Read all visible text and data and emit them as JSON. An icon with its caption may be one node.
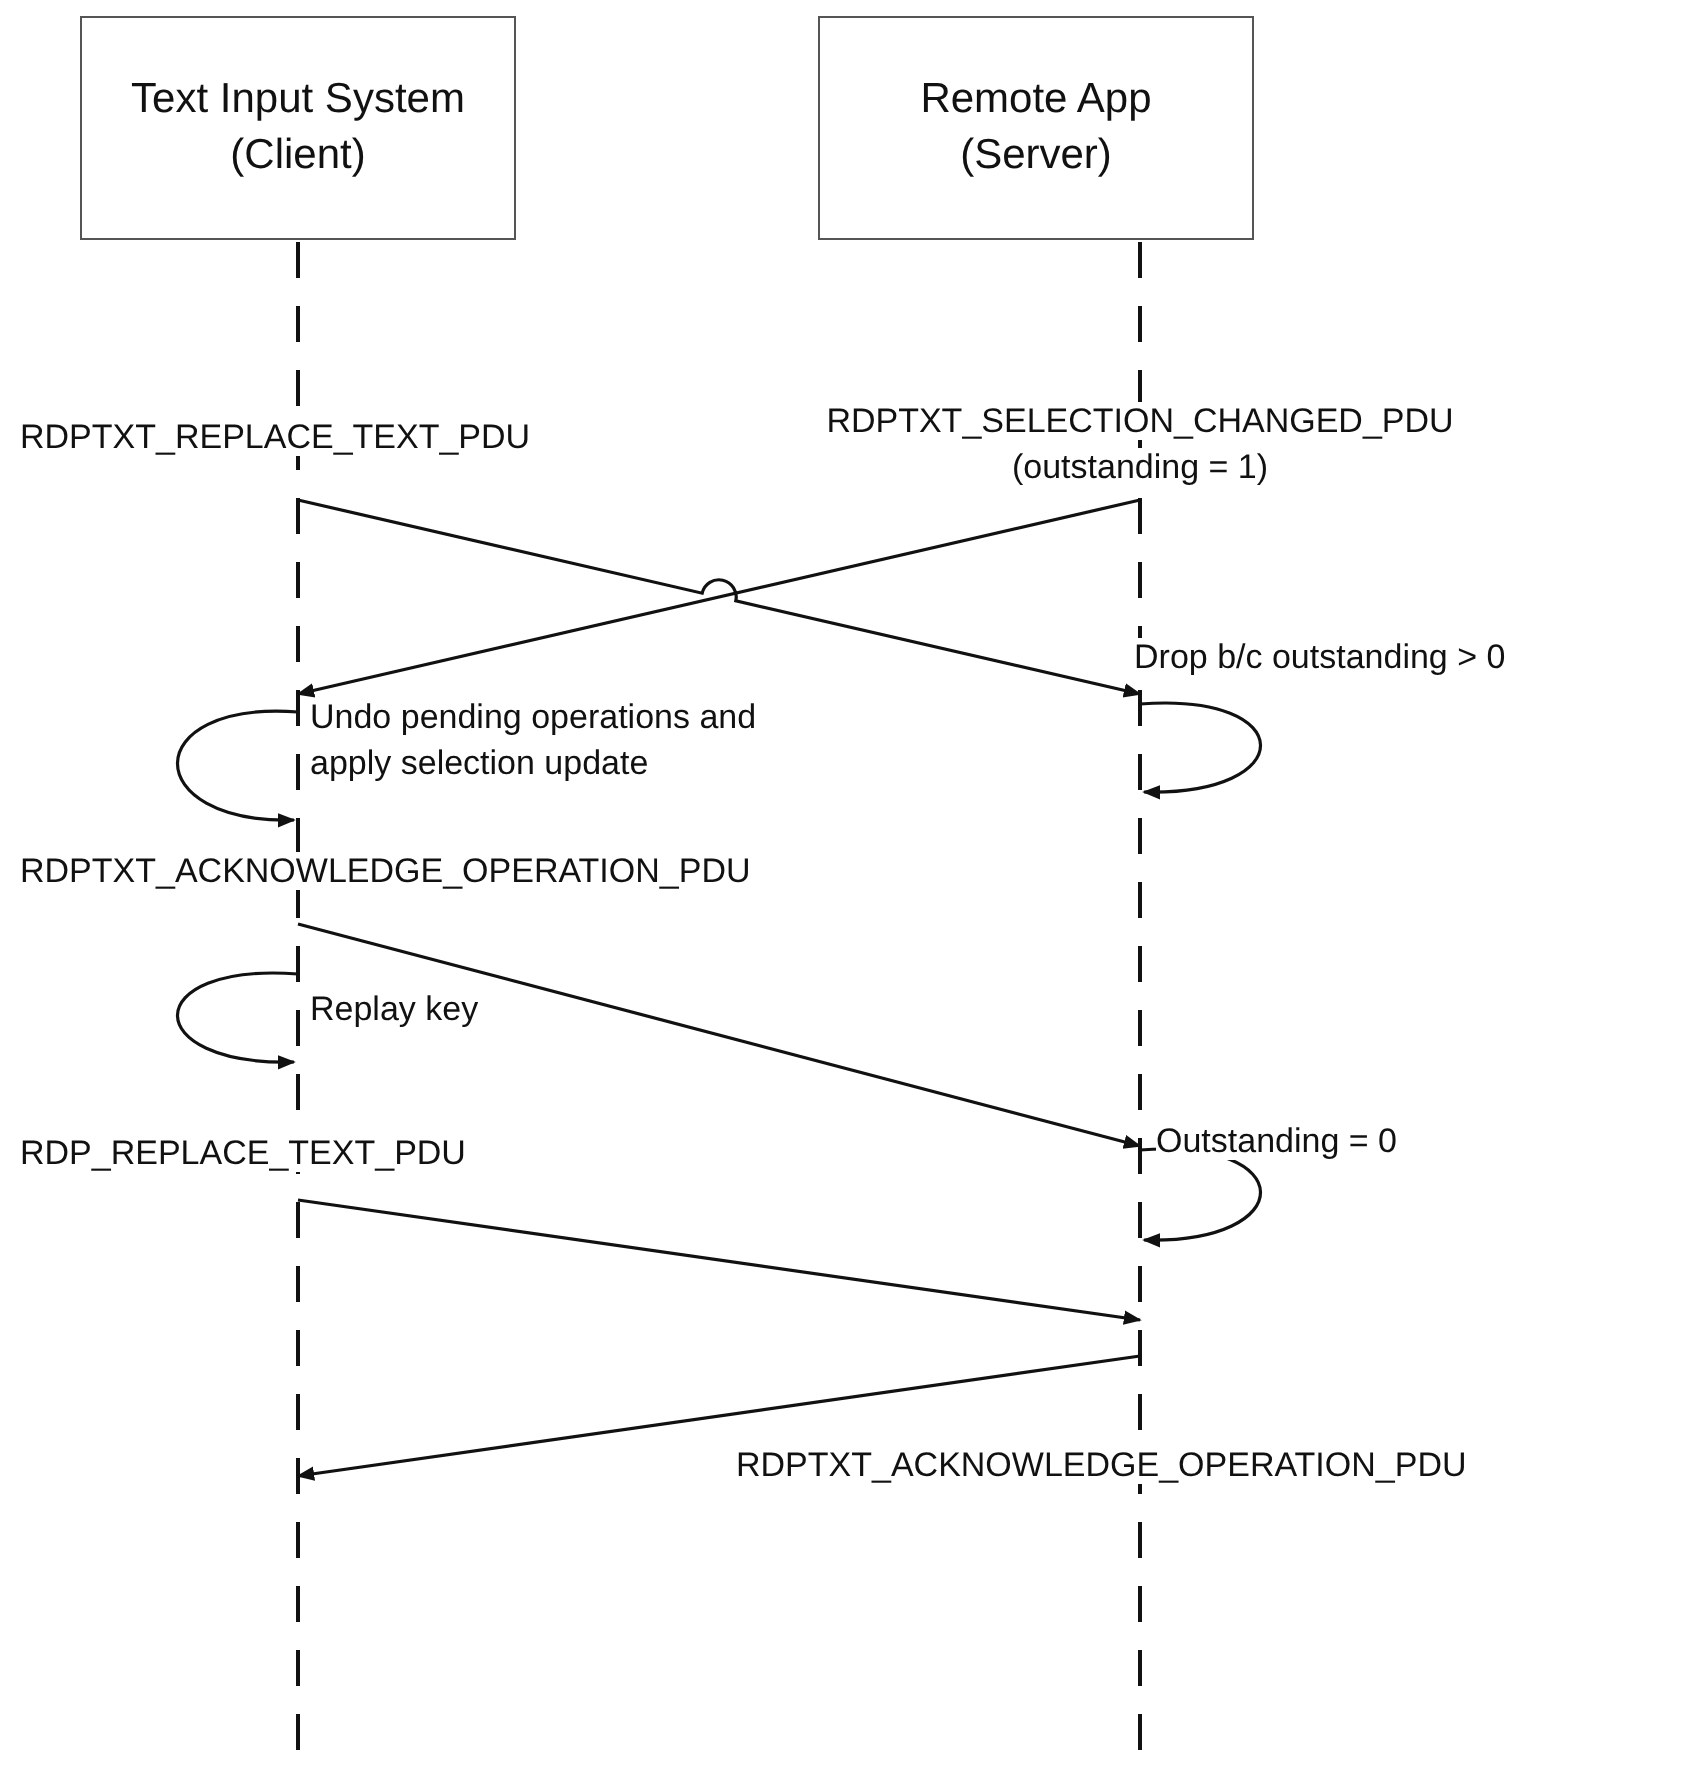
{
  "diagram": {
    "nodes": [
      {
        "text": [
          "Text Input System (Client)"
        ]
      },
      {
        "text": [
          "Remote App (Server)"
        ]
      },
      {
        "text": [],
        "shape": "line"
      },
      {
        "text": [],
        "shape": "line"
      }
    ],
    "edges": [
      {
        "from": 2,
        "to": 3,
        "arrow": "to",
        "label": "RDPTXT_REPLACE_TEXT_PDU"
      },
      {
        "from": 3,
        "to": 2,
        "arrow": "to",
        "label": "RDPTXT_SELECTION_CHANGED_PDU (outstanding = 1)"
      },
      {
        "from": 3,
        "to": 3,
        "arrow": "to",
        "label": "Drop b/c outstanding > 0"
      },
      {
        "from": 2,
        "to": 2,
        "arrow": "to",
        "label": "Undo pending operations and apply selection update"
      },
      {
        "from": 2,
        "to": 3,
        "arrow": "to",
        "label": "RDPTXT_ACKNOWLEDGE_OPERATION_PDU"
      },
      {
        "from": 2,
        "to": 2,
        "arrow": "to",
        "label": "Replay key"
      },
      {
        "from": 3,
        "to": 3,
        "arrow": "to",
        "label": "Outstanding = 0"
      },
      {
        "from": 2,
        "to": 3,
        "arrow": "to",
        "label": "RDP_REPLACE_TEXT_PDU"
      },
      {
        "from": 3,
        "to": 2,
        "arrow": "to",
        "label": "RDPTXT_ACKNOWLEDGE_OPERATION_PDU"
      }
    ]
  }
}
